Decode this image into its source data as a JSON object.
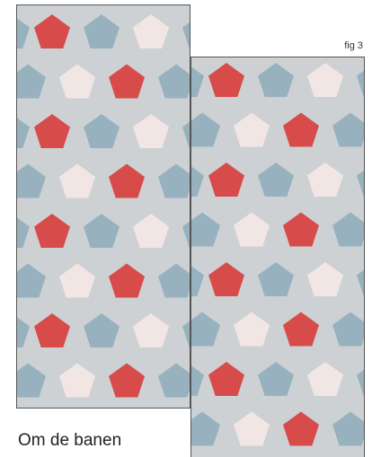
{
  "figure": {
    "label": "fig 3"
  },
  "caption": {
    "text": "Om de banen"
  },
  "pattern": {
    "shape": "pentagon",
    "colors": {
      "red": "#d84b4b",
      "blue": "#97b1bf",
      "pink": "#f2e6e5",
      "background": "#cdd1d4"
    },
    "rows": [
      [
        "blue",
        "red",
        "blue",
        "pink",
        "blue"
      ],
      [
        "blue",
        "pink",
        "red",
        "blue"
      ],
      [
        "blue",
        "red",
        "blue",
        "pink",
        "blue"
      ],
      [
        "blue",
        "pink",
        "red",
        "blue"
      ]
    ]
  },
  "panels": [
    {
      "name": "fabric-panel-left"
    },
    {
      "name": "fabric-panel-right"
    }
  ]
}
